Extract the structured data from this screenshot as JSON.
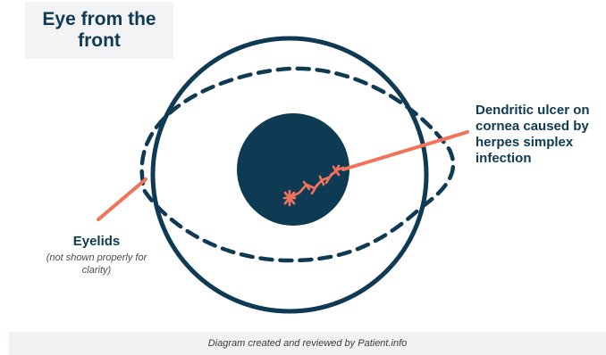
{
  "title": "Eye from the front",
  "labels": {
    "ulcer": "Dendritic ulcer on cornea caused by herpes simplex infection",
    "eyelids": "Eyelids",
    "eyelids_note": "(not shown properly for clarity)"
  },
  "footer": "Diagram created and reviewed by Patient.info",
  "colors": {
    "outline": "#0e3a53",
    "accent": "#f0735a",
    "panel": "#f2f3f5"
  }
}
